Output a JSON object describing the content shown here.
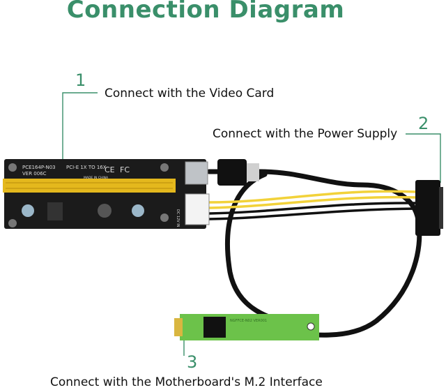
{
  "title": "Connection Diagram",
  "callouts": [
    {
      "number": "1",
      "label": "Connect with the Video Card"
    },
    {
      "number": "2",
      "label": "Connect with the Power Supply"
    },
    {
      "number": "3",
      "label": "Connect with the Motherboard's M.2 Interface"
    }
  ],
  "board": {
    "model": "PCE164P-N03",
    "version": "VER 006C",
    "spec": "PCI-E 1X TO 16X",
    "ce_mark": "CE",
    "fc_mark": "FC",
    "origin": "MADE IN CHINA",
    "power_marking": "DC 12V IN"
  },
  "m2_adapter": {
    "model": "NGFFCE-N02 VER001"
  },
  "colors": {
    "accent": "#3a8f6a",
    "pcb": "#1b1b1b",
    "slot": "#e4b81d",
    "m2_pcb": "#6cc24a",
    "cable": "#111111",
    "wire_yellow": "#f2d23a"
  }
}
